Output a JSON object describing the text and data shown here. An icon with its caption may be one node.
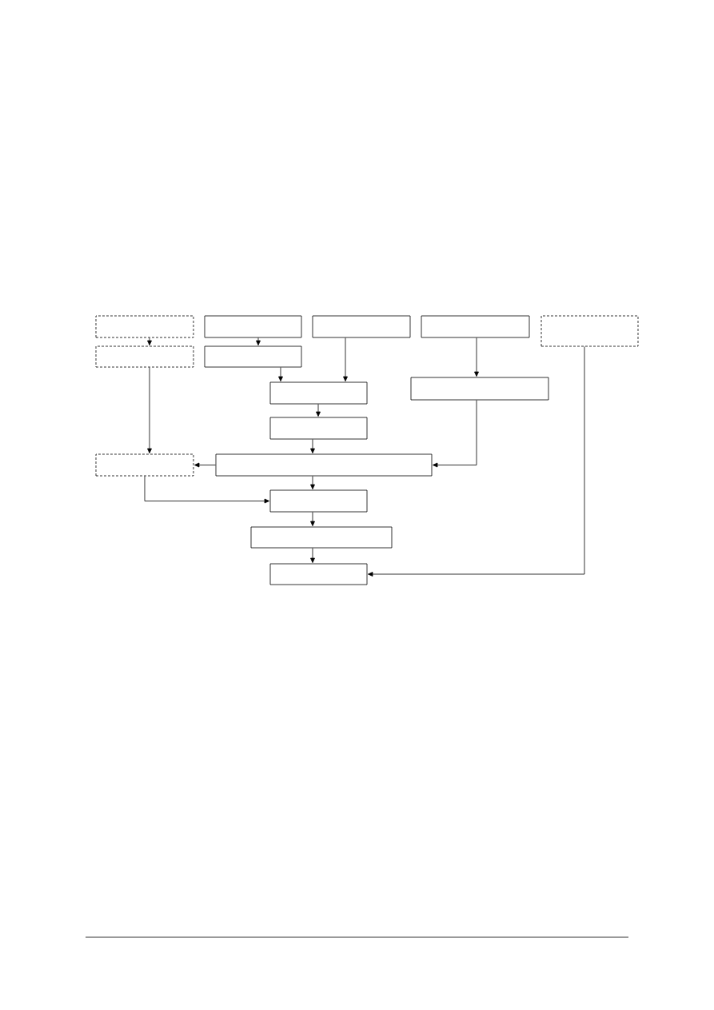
{
  "diagram": {
    "nodes": [
      {
        "text": [],
        "shape": "box"
      },
      {
        "text": [],
        "shape": "box"
      },
      {
        "text": [],
        "shape": "box"
      },
      {
        "text": [],
        "shape": "box"
      },
      {
        "text": [],
        "shape": "box"
      },
      {
        "text": [],
        "shape": "box"
      },
      {
        "text": [],
        "shape": "box"
      },
      {
        "text": [],
        "shape": "box"
      },
      {
        "text": [],
        "shape": "box"
      },
      {
        "text": [],
        "shape": "box"
      },
      {
        "text": [],
        "shape": "box"
      },
      {
        "text": [],
        "shape": "box"
      },
      {
        "text": [],
        "shape": "box"
      },
      {
        "text": [],
        "shape": "box"
      },
      {
        "text": [],
        "shape": "box"
      }
    ],
    "edges": [
      {
        "from": 0,
        "to": 5,
        "arrow": "to"
      },
      {
        "from": 1,
        "to": 6,
        "arrow": "to"
      },
      {
        "from": 6,
        "to": 8,
        "arrow": "to"
      },
      {
        "from": 2,
        "to": 8,
        "arrow": "to"
      },
      {
        "from": 3,
        "to": 7,
        "arrow": "to"
      },
      {
        "from": 8,
        "to": 9,
        "arrow": "to"
      },
      {
        "from": 9,
        "to": 11,
        "arrow": "to"
      },
      {
        "from": 7,
        "to": 11,
        "arrow": "to"
      },
      {
        "from": 11,
        "to": 10,
        "arrow": "to"
      },
      {
        "from": 5,
        "to": 10,
        "arrow": "to"
      },
      {
        "from": 10,
        "to": 12,
        "arrow": "to"
      },
      {
        "from": 11,
        "to": 12,
        "arrow": "to"
      },
      {
        "from": 12,
        "to": 13,
        "arrow": "to"
      },
      {
        "from": 13,
        "to": 14,
        "arrow": "to"
      },
      {
        "from": 4,
        "to": 14,
        "arrow": "to"
      }
    ]
  }
}
